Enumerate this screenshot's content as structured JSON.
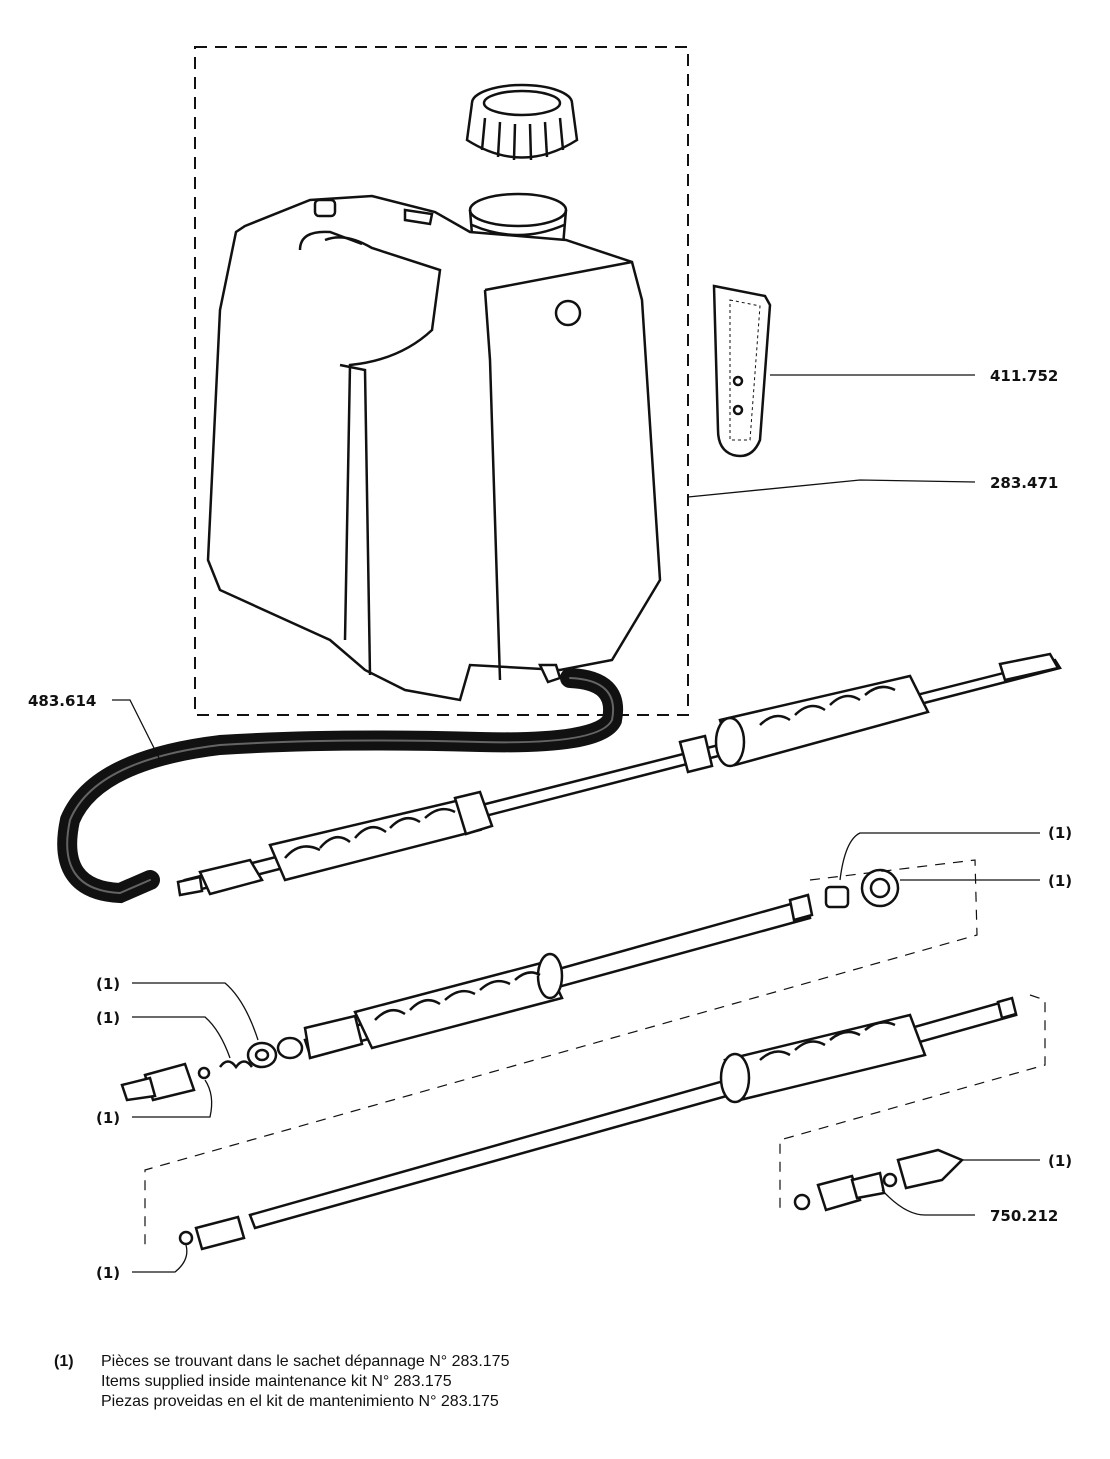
{
  "callouts": {
    "strap_pad": "411.752",
    "tank": "283.471",
    "hose": "483.614",
    "kit_cap": "(1)",
    "kit_ring": "(1)",
    "kit_seal_left": "(1)",
    "kit_spring": "(1)",
    "kit_oring_left": "(1)",
    "kit_oring_bottom": "(1)",
    "kit_nozzle": "(1)",
    "nozzle_assembly": "750.212"
  },
  "legend": {
    "mark": "(1)",
    "line_fr": "Pièces se trouvant dans le sachet dépannage N° 283.175",
    "line_en": "Items supplied inside maintenance kit N° 283.175",
    "line_es": "Piezas proveidas en el kit de mantenimiento N° 283.175"
  }
}
